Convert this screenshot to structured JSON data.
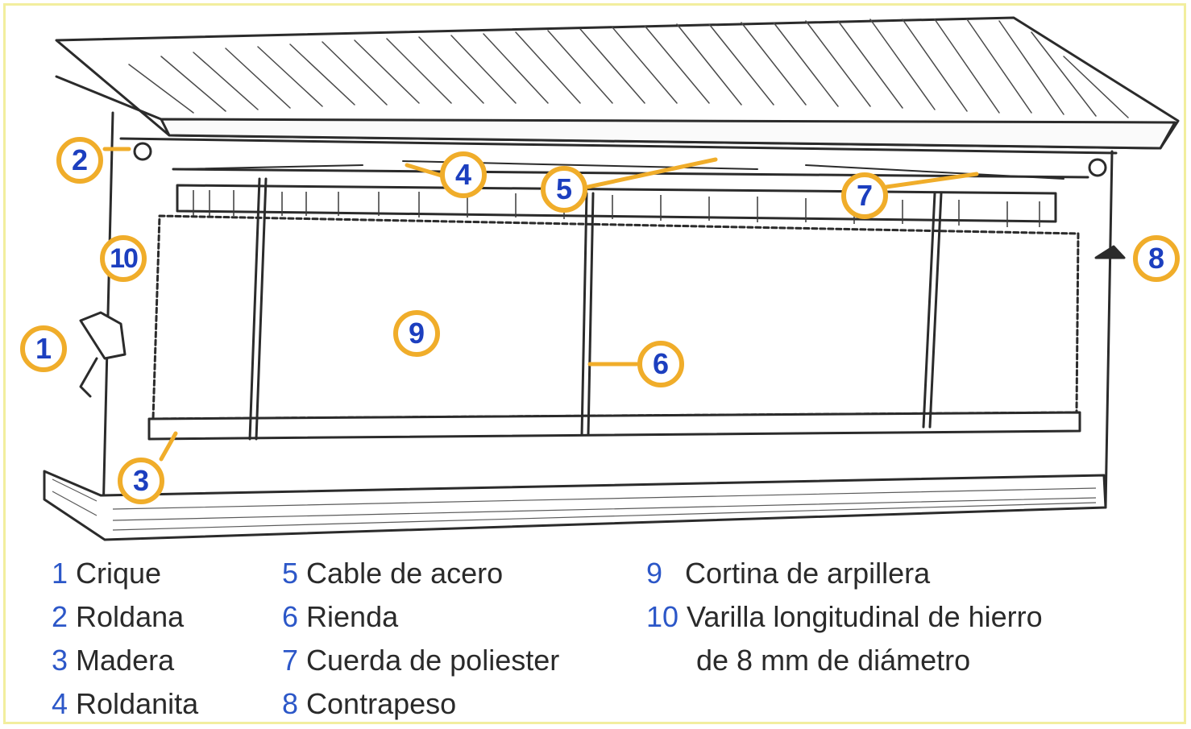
{
  "colors": {
    "callout_ring": "#f0ad2a",
    "callout_number": "#1c3fbf",
    "legend_number": "#2c57c8",
    "legend_text": "#2a2a2a",
    "frame": "#f2ee9e",
    "ink": "#2b2b2b"
  },
  "callouts": [
    "1",
    "2",
    "3",
    "4",
    "5",
    "6",
    "7",
    "8",
    "9",
    "10"
  ],
  "legend": {
    "col1": [
      {
        "num": "1",
        "text": "Crique"
      },
      {
        "num": "2",
        "text": "Roldana"
      },
      {
        "num": "3",
        "text": "Madera"
      },
      {
        "num": "4",
        "text": "Roldanita"
      }
    ],
    "col2": [
      {
        "num": "5",
        "text": "Cable de acero"
      },
      {
        "num": "6",
        "text": "Rienda"
      },
      {
        "num": "7",
        "text": "Cuerda de poliester"
      },
      {
        "num": "8",
        "text": "Contrapeso"
      }
    ],
    "col3": [
      {
        "num": "9",
        "text": "Cortina de arpillera"
      },
      {
        "num": "10",
        "text": "Varilla longitudinal de hierro"
      }
    ],
    "col3_cont": "de 8 mm de diámetro"
  }
}
